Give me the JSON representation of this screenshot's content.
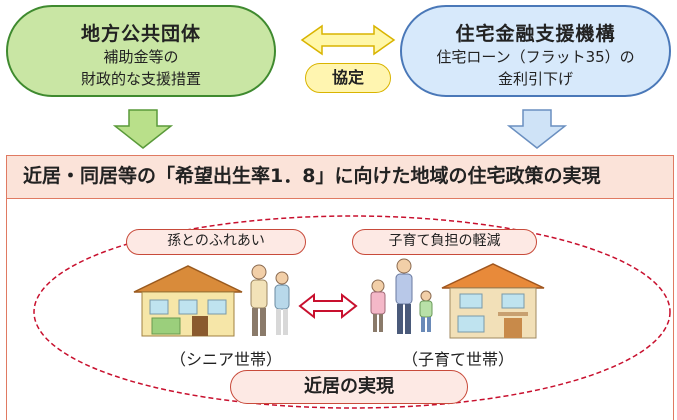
{
  "left_box": {
    "title": "地方公共団体",
    "lines": [
      "補助金等の",
      "財政的な支援措置"
    ]
  },
  "right_box": {
    "title": "住宅金融支援機構",
    "lines": [
      "住宅ローン（フラット35）の",
      "金利引下げ"
    ]
  },
  "agreement_label": "協定",
  "banner_text": "近居・同居等の「希望出生率1．8」に向けた地域の住宅政策の実現",
  "left_pill": "孫とのふれあい",
  "right_pill": "子育て負担の軽減",
  "left_caption": "（シニア世帯）",
  "right_caption": "（子育て世帯）",
  "bottom_pill": "近居の実現",
  "colors": {
    "green_fill": "#c9e6a4",
    "blue_fill": "#d7e9fb",
    "banner_fill": "#fbe3d9",
    "pill_fill": "#fde9e4",
    "arrow_red": "#c8102e"
  }
}
